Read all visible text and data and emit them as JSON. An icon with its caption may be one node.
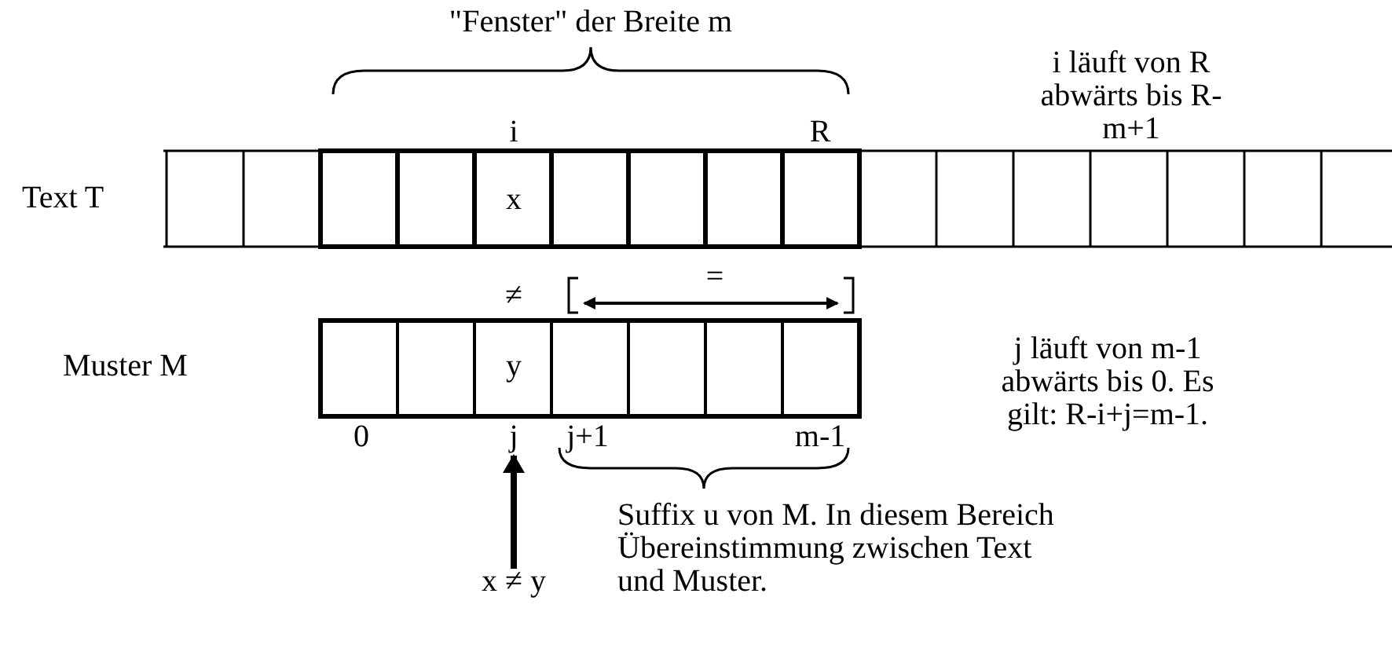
{
  "diagram": {
    "nodes": [
      {
        "text": [
          "x ≠ y"
        ]
      },
      {
        "text": [
          "j"
        ]
      }
    ],
    "edges": [
      {
        "from": 0,
        "to": 1,
        "arrow": "to"
      }
    ],
    "labels": [
      "\"Fenster\" der Breite m",
      "i läuft von R abwärts bis R-m+1",
      "i",
      "R",
      "Text T",
      "x",
      "≠",
      "=",
      "Muster M",
      "y",
      "j läuft von m-1 abwärts bis 0. Es gilt: R-i+j=m-1.",
      "0",
      "j+1",
      "m-1",
      "Suffix u von M. In diesem Bereich Übereinstimmung zwischen Text und Muster."
    ]
  }
}
